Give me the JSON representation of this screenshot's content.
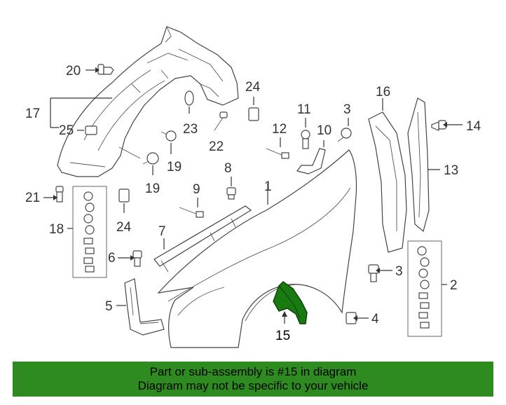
{
  "colors": {
    "highlight": "#1a7a12",
    "banner": "#2e8b1f",
    "line": "#444444"
  },
  "labels": {
    "p1": "1",
    "p2": "2",
    "p3a": "3",
    "p3b": "3",
    "p4": "4",
    "p5": "5",
    "p6": "6",
    "p7": "7",
    "p8": "8",
    "p9": "9",
    "p10": "10",
    "p11": "11",
    "p12": "12",
    "p13": "13",
    "p14": "14",
    "p15": "15",
    "p16": "16",
    "p17": "17",
    "p18": "18",
    "p19a": "19",
    "p19b": "19",
    "p20": "20",
    "p21": "21",
    "p22": "22",
    "p23": "23",
    "p24a": "24",
    "p24b": "24",
    "p25": "25"
  },
  "banner": {
    "line1": "Part or sub-assembly is #15 in diagram",
    "line2": "Diagram may not be specific to your vehicle"
  }
}
